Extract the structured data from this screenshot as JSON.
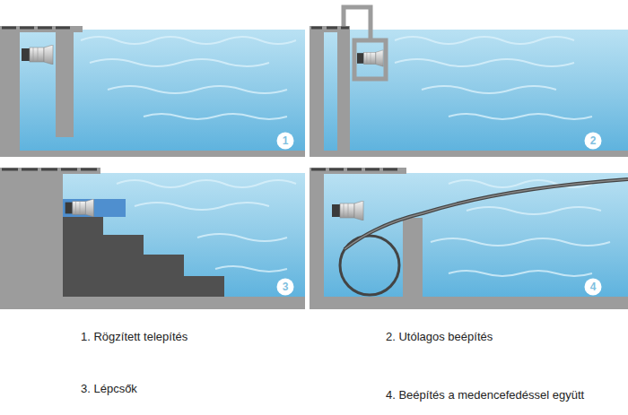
{
  "diagram": {
    "nodes": [
      {
        "text": [
          "1"
        ]
      },
      {
        "text": [
          "2"
        ]
      },
      {
        "text": [
          "3"
        ]
      },
      {
        "text": [
          "4"
        ]
      }
    ],
    "labels": [
      "1. Rögzített telepítés",
      "2. Utólagos beépítés",
      "3. Lépcsők",
      "4. Beépítés a medencefedéssel együtt"
    ]
  }
}
